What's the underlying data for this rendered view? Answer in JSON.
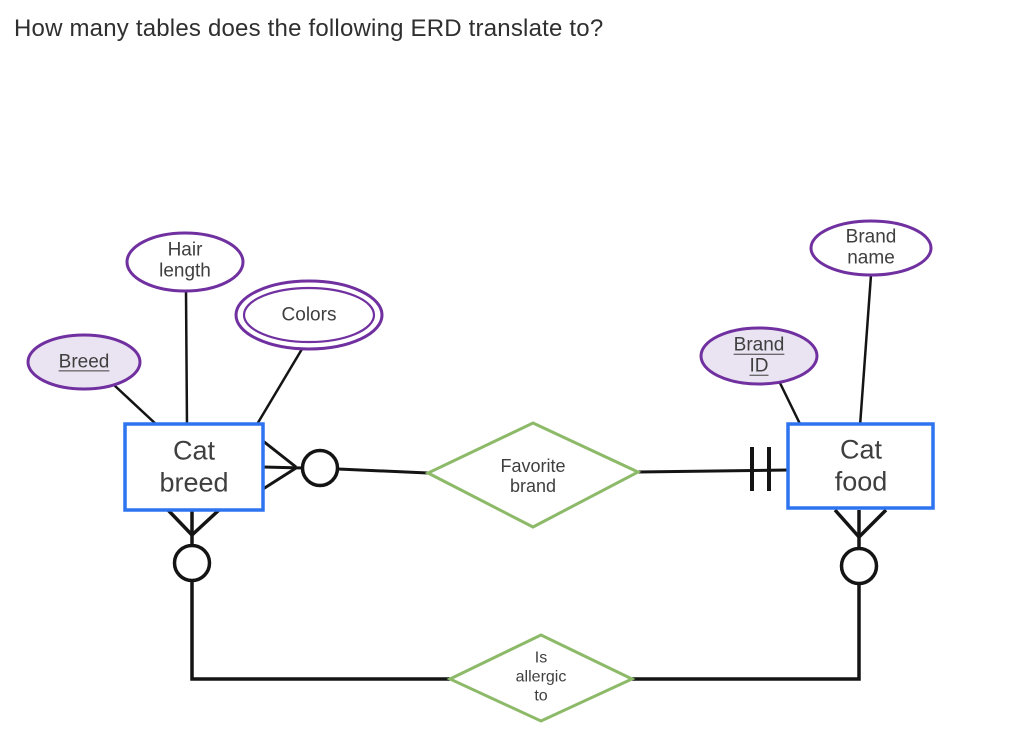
{
  "page": {
    "title": "How many tables does the following ERD translate to?"
  },
  "diagram": {
    "entities": [
      {
        "id": "cat-breed",
        "label": "Cat\nbreed"
      },
      {
        "id": "cat-food",
        "label": "Cat\nfood"
      }
    ],
    "attributes": [
      {
        "id": "breed",
        "label": "Breed",
        "key": true,
        "multivalued": false,
        "owner": "cat-breed"
      },
      {
        "id": "hair-length",
        "label": "Hair\nlength",
        "key": false,
        "multivalued": false,
        "owner": "cat-breed"
      },
      {
        "id": "colors",
        "label": "Colors",
        "key": false,
        "multivalued": true,
        "owner": "cat-breed"
      },
      {
        "id": "brand-id",
        "label": "Brand\nID",
        "key": true,
        "multivalued": false,
        "owner": "cat-food"
      },
      {
        "id": "brand-name",
        "label": "Brand\nname",
        "key": false,
        "multivalued": false,
        "owner": "cat-food"
      }
    ],
    "relationships": [
      {
        "id": "favorite-brand",
        "label": "Favorite\nbrand",
        "cat_breed_side": "zero-or-many (crow's foot with circle)",
        "cat_food_side": "one-and-only-one (double bars)"
      },
      {
        "id": "is-allergic-to",
        "label": "Is\nallergic\nto",
        "cat_breed_side": "zero-or-many (crow's foot with circle)",
        "cat_food_side": "zero-or-many (crow's foot with circle)"
      }
    ],
    "colors": {
      "entity_border": "#2e74f0",
      "attribute_border": "#7030a0",
      "key_fill": "#eae3f1",
      "relationship_border": "#8dba68",
      "line": "#141414",
      "text": "#3f3f3f"
    }
  }
}
